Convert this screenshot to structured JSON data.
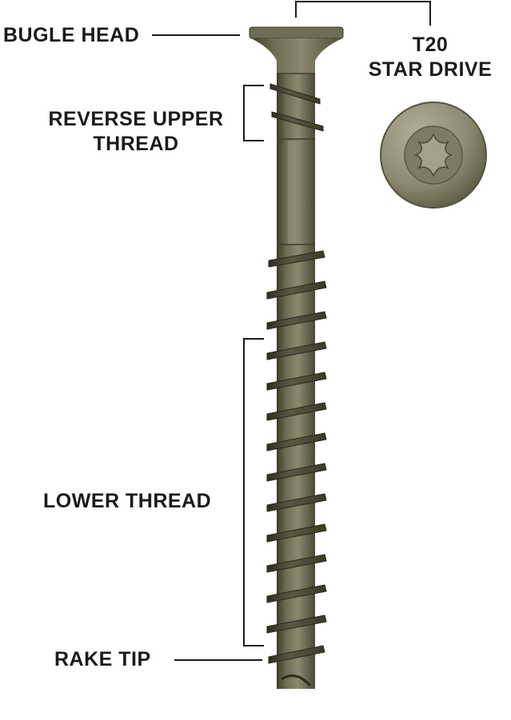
{
  "labels": {
    "bugle_head": "BUGLE HEAD",
    "reverse_upper_thread_line1": "REVERSE UPPER",
    "reverse_upper_thread_line2": "THREAD",
    "drive_line1": "T20",
    "drive_line2": "STAR DRIVE",
    "lower_thread": "LOWER THREAD",
    "rake_tip": "RAKE TIP"
  },
  "colors": {
    "screw_body": "#6d6c54",
    "screw_shadow": "#3e3d2c",
    "screw_highlight": "#a9a78f",
    "leader_lines": "#1b1b1b"
  },
  "parts": [
    "bugle-head",
    "reverse-upper-thread",
    "smooth-shank",
    "lower-thread",
    "rake-tip",
    "star-drive-recess"
  ]
}
